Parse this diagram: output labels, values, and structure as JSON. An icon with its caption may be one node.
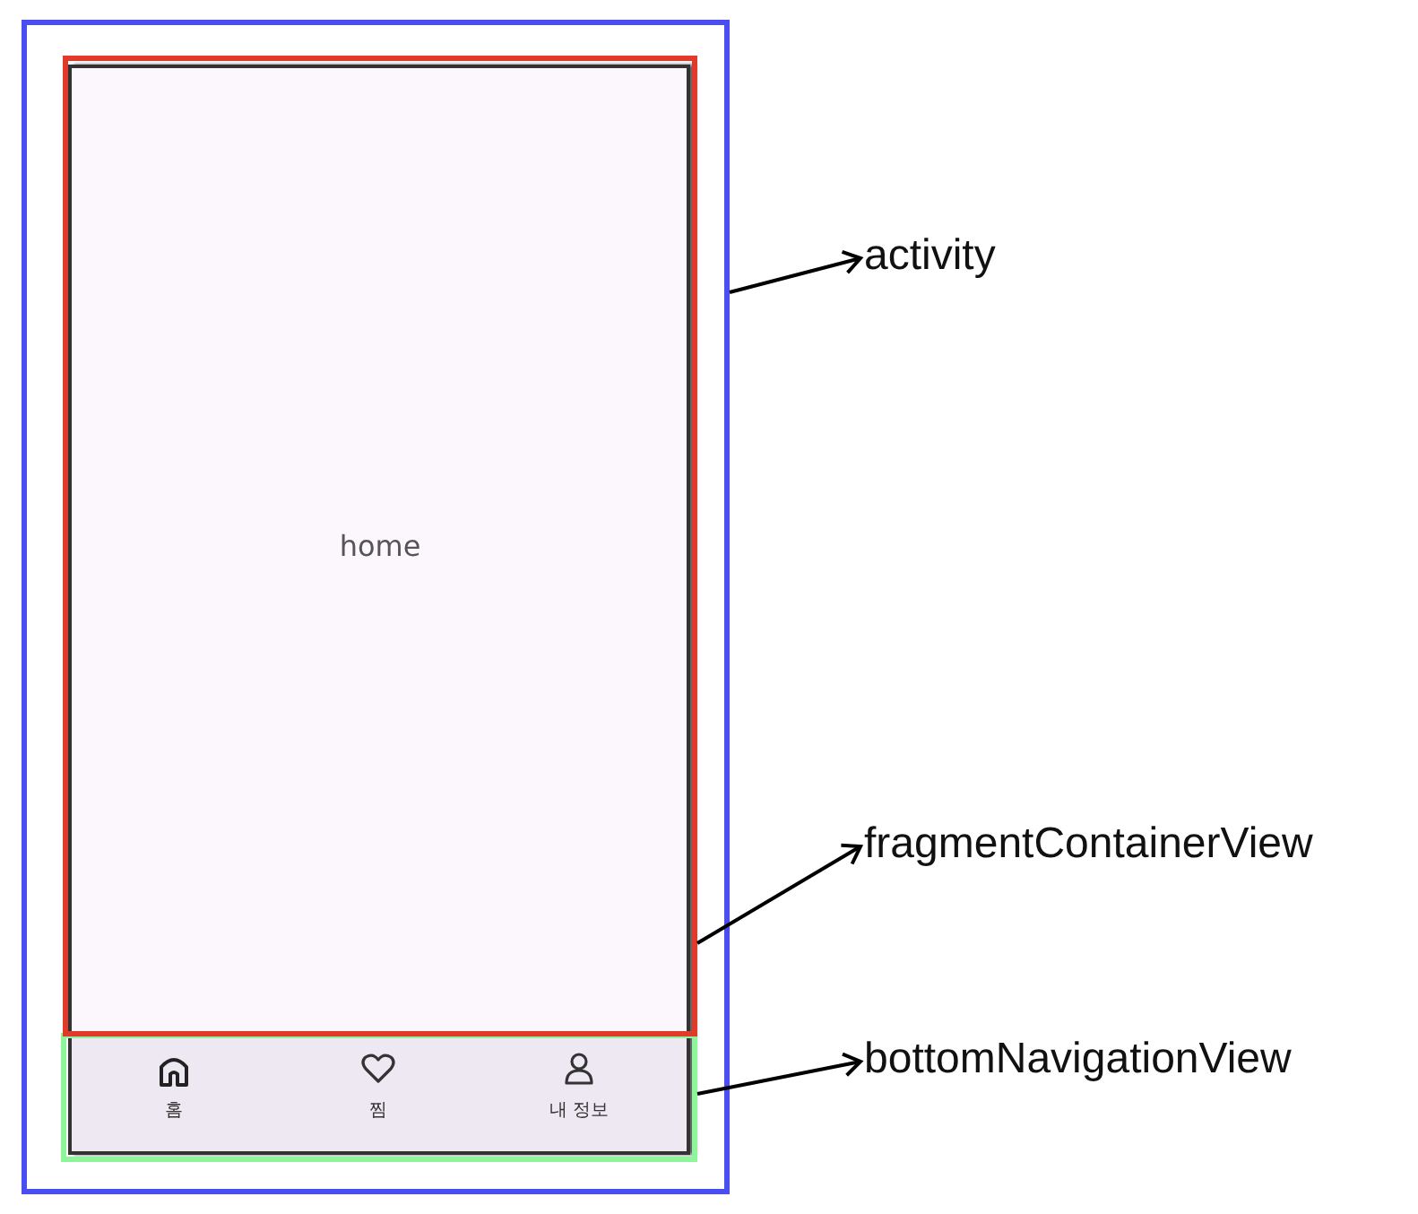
{
  "diagram": {
    "nodes": [
      {
        "text": [],
        "shape": "box"
      },
      {
        "text": [
          "home"
        ],
        "in": 0
      },
      {
        "text": [],
        "shape": "box",
        "in": 0
      },
      {
        "text": [
          "activity"
        ]
      },
      {
        "text": [
          "fragmentContainerView"
        ]
      },
      {
        "text": [
          "bottomNavigationView"
        ]
      }
    ],
    "edges": [
      {
        "from": 0,
        "to": 3,
        "arrow": "to"
      },
      {
        "from": 1,
        "to": 4,
        "arrow": "to"
      },
      {
        "from": 2,
        "to": 5,
        "arrow": "to"
      }
    ],
    "labels": [
      "홈",
      "찜",
      "내 정보"
    ]
  }
}
